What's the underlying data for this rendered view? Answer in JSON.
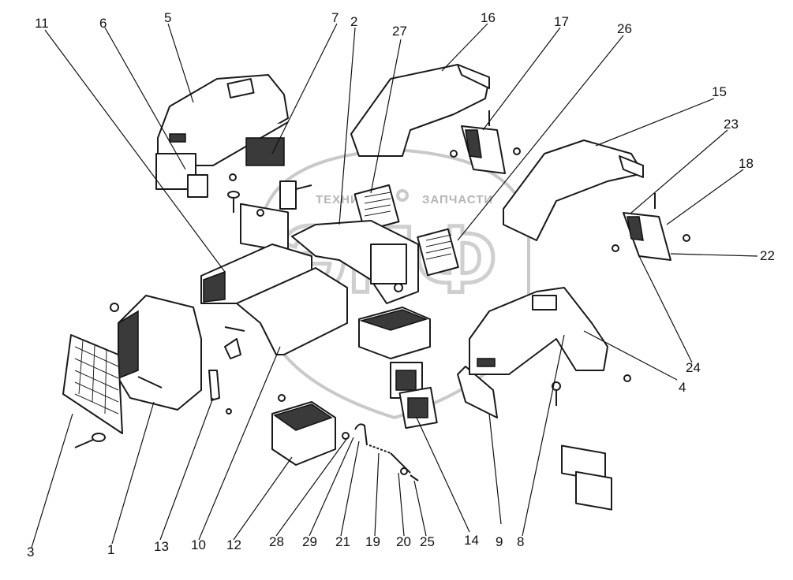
{
  "diagram": {
    "watermark": {
      "line1": "ТЕХНИКА",
      "line2": "ЗАПЧАСТИ",
      "logo": "ЭПФ"
    },
    "callouts": [
      "1",
      "2",
      "3",
      "4",
      "5",
      "6",
      "7",
      "8",
      "9",
      "10",
      "11",
      "12",
      "13",
      "14",
      "15",
      "16",
      "17",
      "18",
      "19",
      "20",
      "21",
      "22",
      "23",
      "24",
      "25",
      "26",
      "27",
      "28",
      "29"
    ]
  }
}
